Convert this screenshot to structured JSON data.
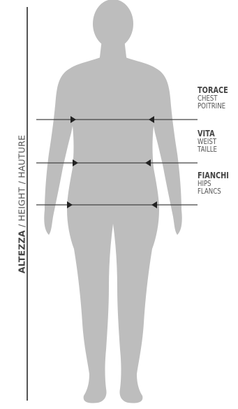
{
  "height_label": {
    "bold": "ALTEZZA",
    "rest": " / HEIGHT / HAUTURE"
  },
  "measurements": [
    {
      "primary": "TORACE",
      "en": "CHEST",
      "fr": "POITRINE"
    },
    {
      "primary": "VITA",
      "en": "WEIST",
      "fr": "TAILLE"
    },
    {
      "primary": "FIANCHI",
      "en": "HIPS",
      "fr": "FLANCS"
    }
  ],
  "colors": {
    "figure": "#bdbdbd",
    "line": "#444444",
    "text": "#555555"
  }
}
